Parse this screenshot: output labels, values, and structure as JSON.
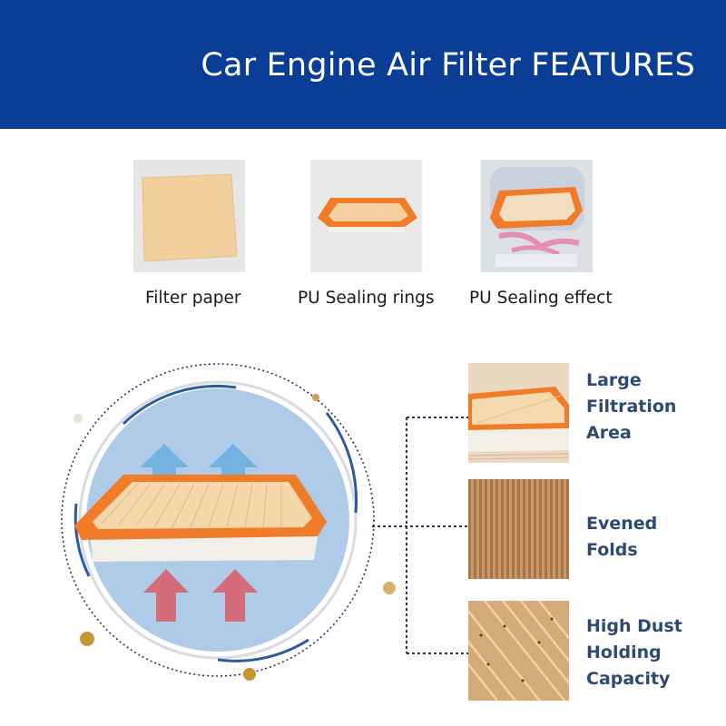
{
  "header": {
    "title": "Car Engine Air Filter FEATURES",
    "background": "#0a3d96"
  },
  "components": [
    {
      "caption": "Filter paper",
      "icon": "filter-paper-sheet-icon"
    },
    {
      "caption": "PU Sealing rings",
      "icon": "pu-sealing-ring-icon"
    },
    {
      "caption": "PU Sealing effect",
      "icon": "sealing-effect-icon"
    }
  ],
  "features": [
    {
      "lines": [
        "Large",
        "Filtration",
        "Area"
      ],
      "icon": "filter-corner-icon"
    },
    {
      "lines": [
        "Evened",
        "Folds"
      ],
      "icon": "pleated-folds-icon"
    },
    {
      "lines": [
        "High Dust",
        "Holding",
        "Capacity"
      ],
      "icon": "dust-fibers-icon"
    }
  ],
  "colors": {
    "accent_orange": "#f07c2a",
    "label_text": "#2d4a72",
    "airflow_out": "#6aaee0",
    "airflow_in": "#d9626e"
  }
}
